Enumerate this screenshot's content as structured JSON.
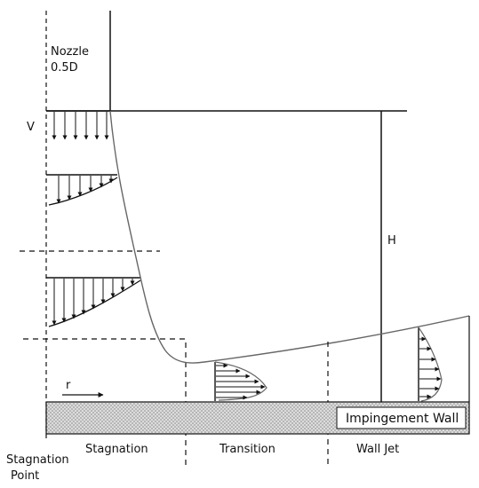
{
  "labels": {
    "nozzle_line1": "Nozzle",
    "nozzle_line2": "0.5D",
    "velocity": "V",
    "height": "H",
    "radial": "r",
    "wall": "Impingement Wall",
    "stagnation_point_line1": "Stagnation",
    "stagnation_point_line2": "Point",
    "region_stagnation": "Stagnation",
    "region_transition": "Transition",
    "region_wall_jet": "Wall Jet"
  },
  "colors": {
    "line": "#111111",
    "wall_fill": "#d9d9d9",
    "wall_dots": "#8a8a8a",
    "background": "#ffffff"
  }
}
